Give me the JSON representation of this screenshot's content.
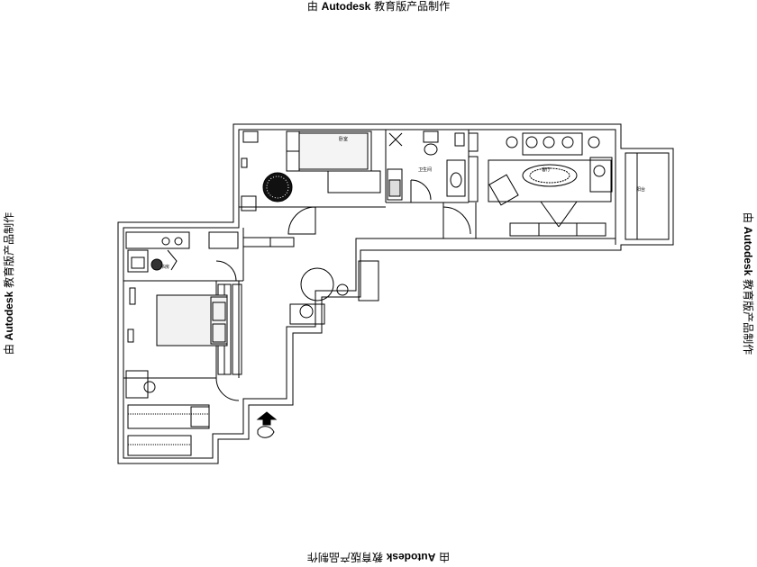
{
  "watermark": {
    "prefix": "由 ",
    "brand": "Autodesk",
    "suffix": " 教育版产品制作"
  },
  "rooms": {
    "bedroom_upper": "卧室",
    "study": "书房",
    "bathroom": "卫生间",
    "living_room": "客厅",
    "balcony": "阳台"
  },
  "colors": {
    "line": "#000000",
    "background": "#ffffff"
  }
}
